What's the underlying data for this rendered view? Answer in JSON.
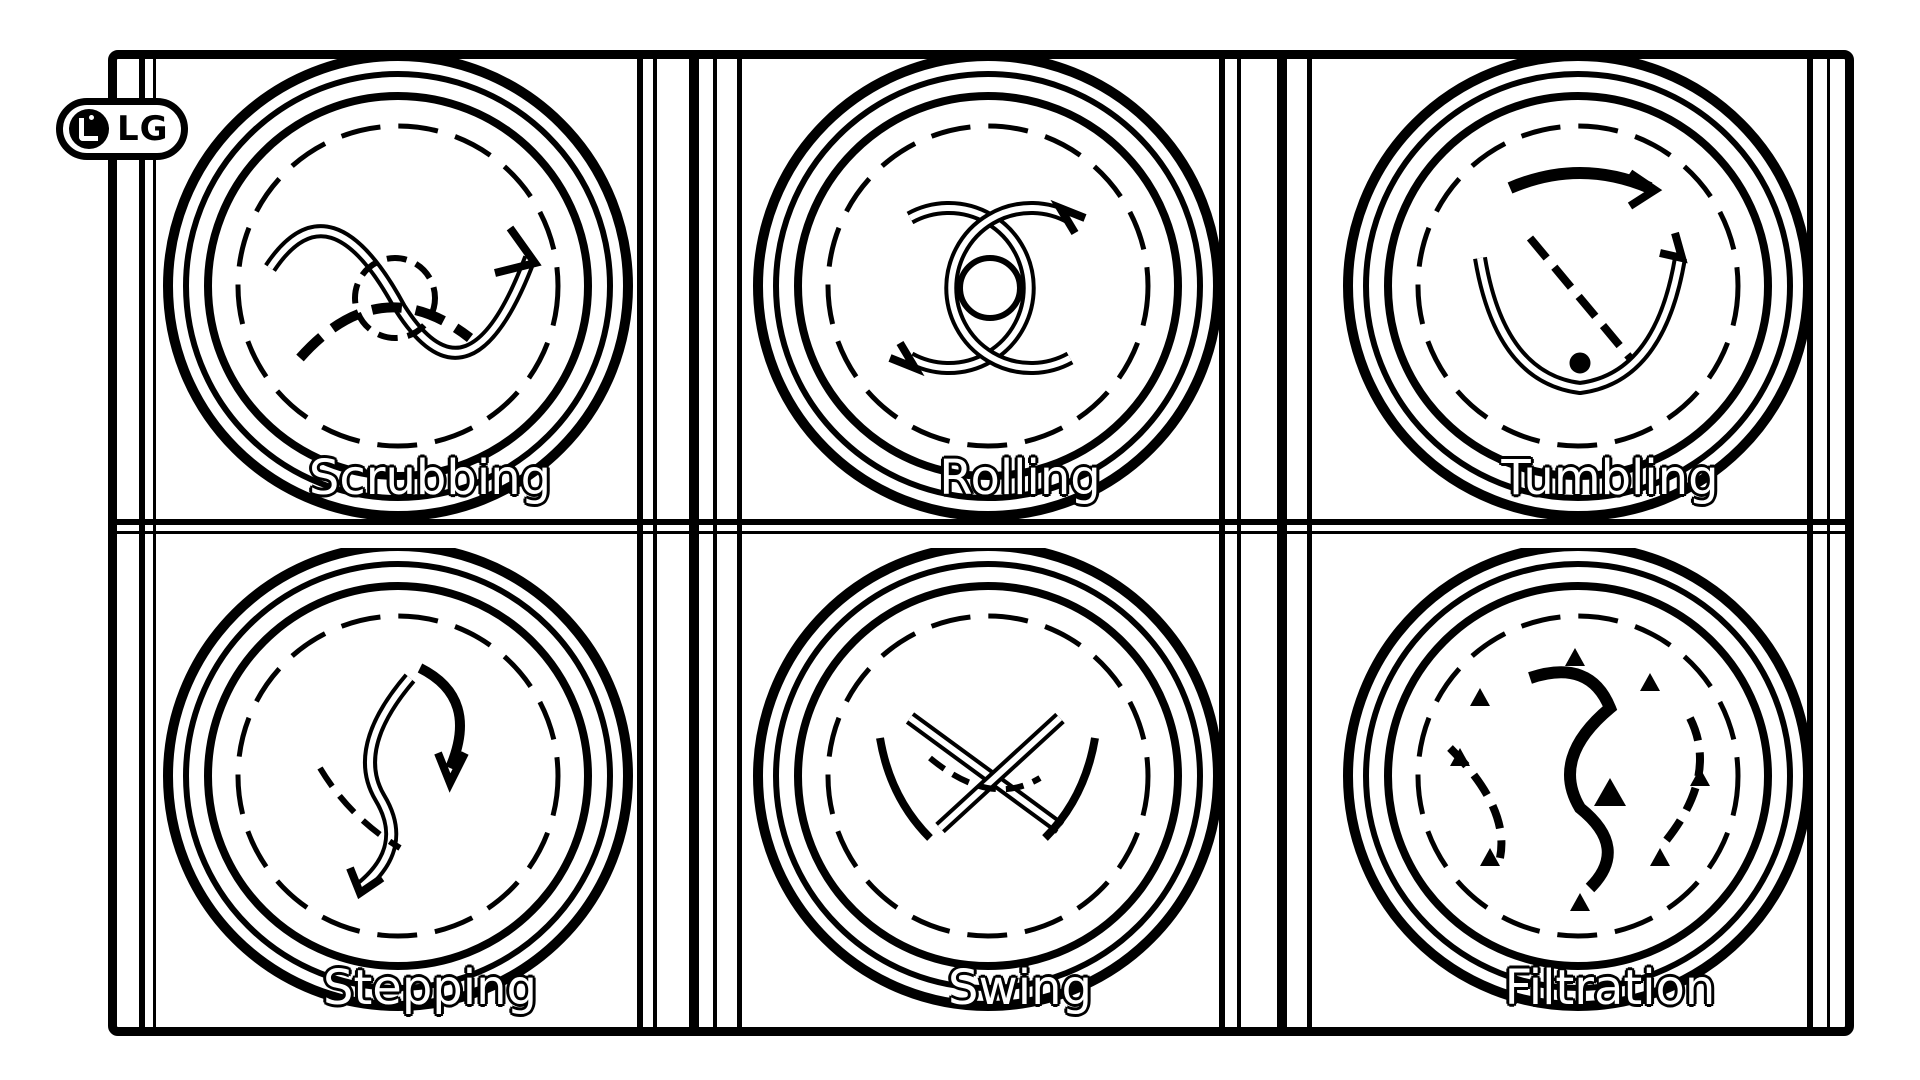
{
  "brand": {
    "logo_text": "LG"
  },
  "motions": [
    {
      "label": "Scrubbing",
      "icon": "scrubbing-motion-icon"
    },
    {
      "label": "Rolling",
      "icon": "rolling-motion-icon"
    },
    {
      "label": "Tumbling",
      "icon": "tumbling-motion-icon"
    },
    {
      "label": "Stepping",
      "icon": "stepping-motion-icon"
    },
    {
      "label": "Swing",
      "icon": "swing-motion-icon"
    },
    {
      "label": "Filtration",
      "icon": "filtration-motion-icon"
    }
  ],
  "colors": {
    "ink": "#000000",
    "paper": "#ffffff"
  }
}
